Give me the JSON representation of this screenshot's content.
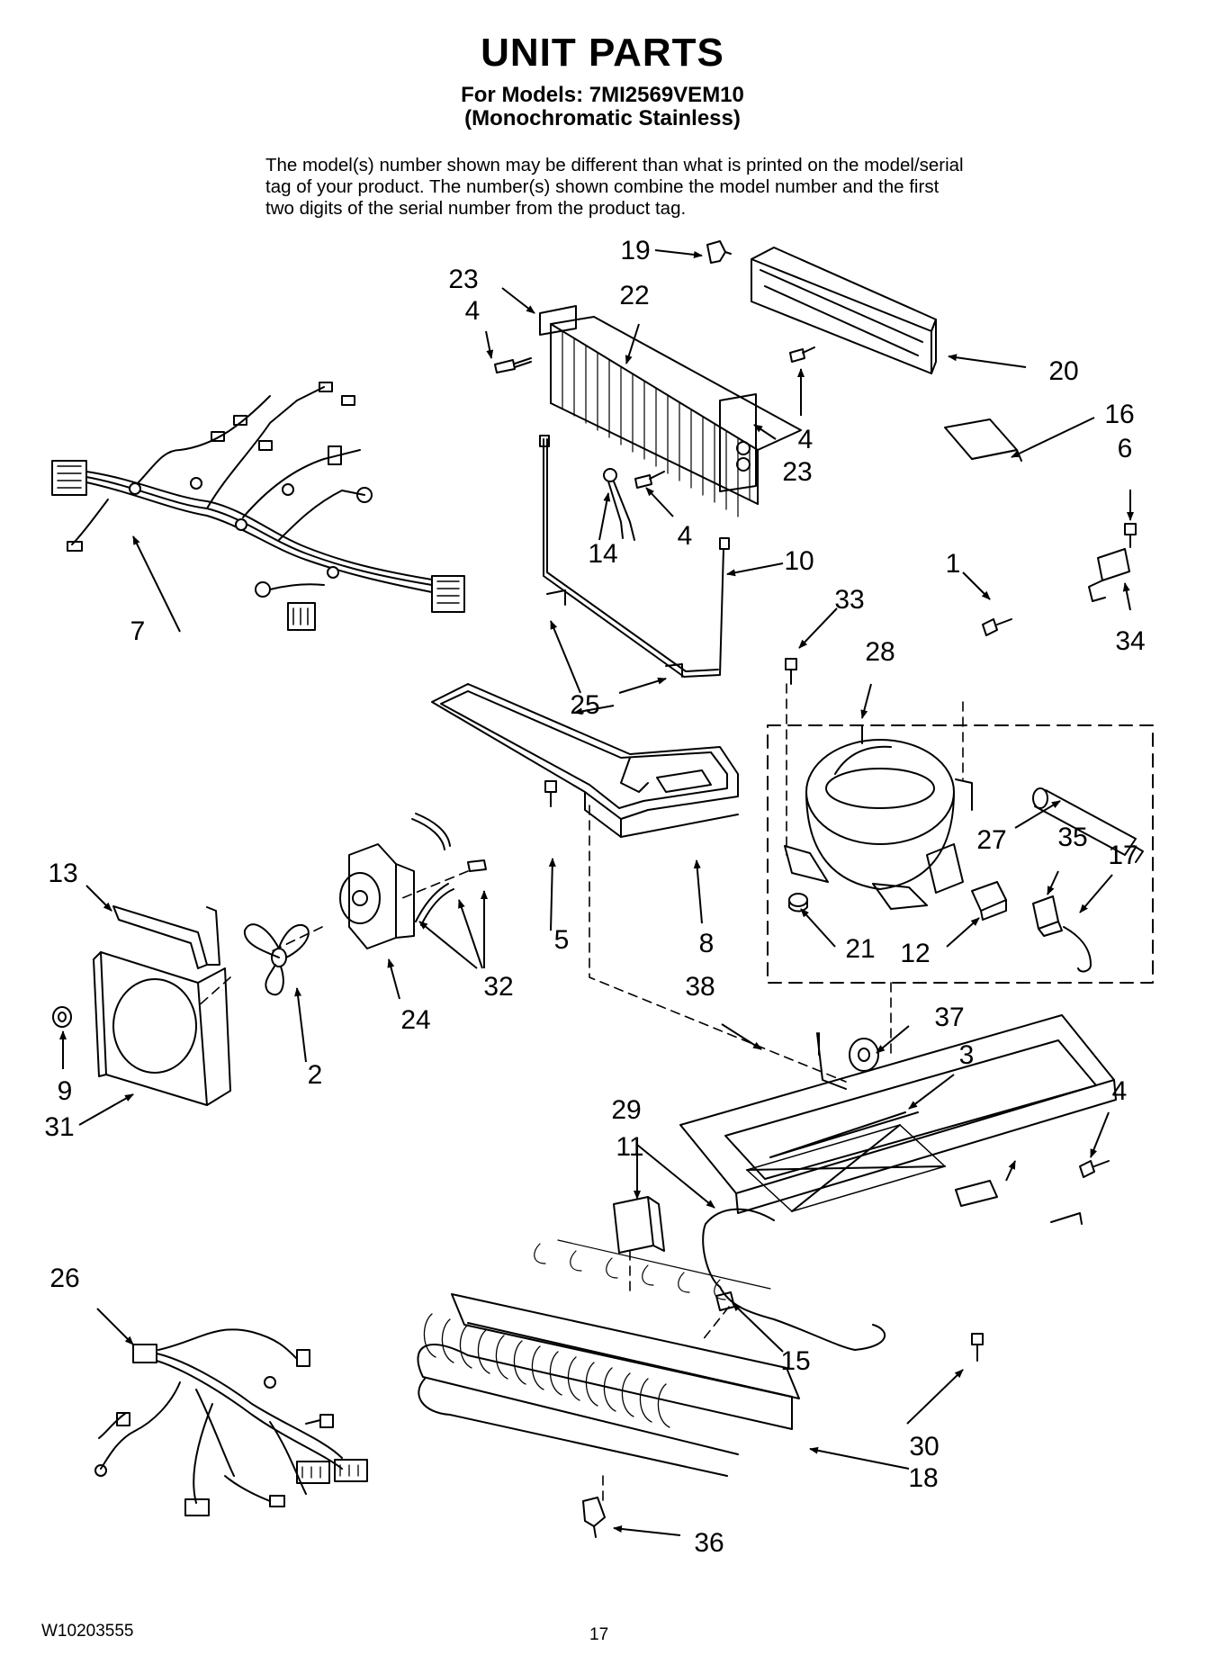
{
  "header": {
    "title": "UNIT PARTS",
    "models_line": "For Models: 7MI2569VEM10",
    "finish_line": "(Monochromatic Stainless)"
  },
  "description": "The model(s) number shown may be different than what is printed on the model/serial tag of your product. The number(s) shown combine the model number and the first two digits of the serial number from the product tag.",
  "callouts": [
    "1",
    "2",
    "3",
    "4",
    "5",
    "6",
    "7",
    "8",
    "9",
    "10",
    "11",
    "12",
    "13",
    "14",
    "15",
    "16",
    "17",
    "18",
    "19",
    "20",
    "21",
    "22",
    "23",
    "24",
    "25",
    "26",
    "27",
    "28",
    "29",
    "30",
    "31",
    "32",
    "33",
    "34",
    "35",
    "36",
    "37",
    "38"
  ],
  "footer": {
    "doc_number": "W10203555",
    "page_number": "17"
  }
}
